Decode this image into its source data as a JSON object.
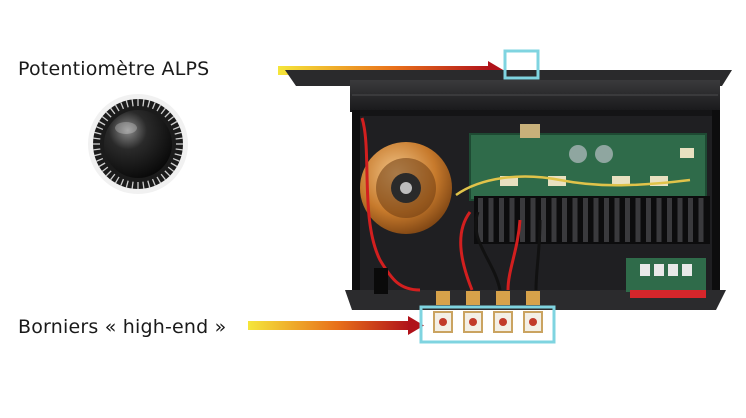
{
  "labels": {
    "potentiometer": "Potentiomètre ALPS",
    "terminals": "Borniers « high-end »"
  },
  "colors": {
    "arrow_start": "#f5e63a",
    "arrow_mid": "#e8701a",
    "arrow_end": "#b0121a",
    "highlight_box": "#7fd4e0",
    "chassis": "#1c1c1e",
    "pcb": "#2f6b4a",
    "transformer_winding": "#d8893a"
  },
  "icons": {
    "knob": "rotary-knob",
    "arrow": "gradient-arrow-right"
  }
}
